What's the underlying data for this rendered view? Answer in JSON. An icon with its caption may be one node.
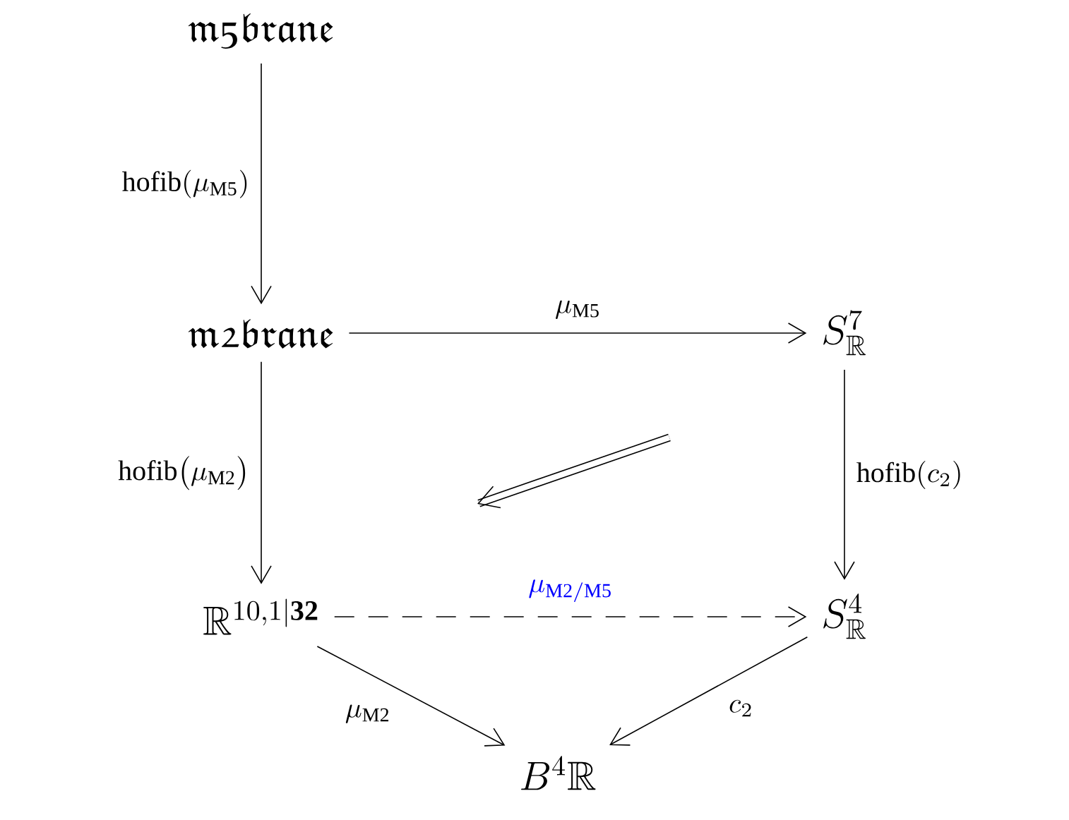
{
  "diagram": {
    "nodes": [
      {
        "text": [
          "\\mathfrak{m5brane}"
        ]
      },
      {
        "text": [
          "\\mathfrak{m2brane}"
        ]
      },
      {
        "text": [
          "S^7_{\\mathbb{R}}"
        ]
      },
      {
        "text": [
          "\\mathbb{R}^{10,1\\vert \\mathbf{32}}"
        ]
      },
      {
        "text": [
          "S^4_{\\mathbb{R}}"
        ]
      },
      {
        "text": [
          "B^4\\mathbb{R}"
        ]
      }
    ],
    "edges": [
      {
        "from": 0,
        "to": 1,
        "arrow": "to",
        "label": "\\mathrm{hofib}(\\mu_{\\mathrm{M5}})"
      },
      {
        "from": 1,
        "to": 2,
        "arrow": "to",
        "label": "\\mu_{\\mathrm{M5}}"
      },
      {
        "from": 1,
        "to": 3,
        "arrow": "to",
        "label": "\\mathrm{hofib}\\big(\\mu_{\\mathrm{M2}}\\big)"
      },
      {
        "from": 2,
        "to": 4,
        "arrow": "to",
        "label": "\\mathrm{hofib}(c_2)"
      },
      {
        "from": 3,
        "to": 4,
        "arrow": "to",
        "style": "dashed",
        "label": "\\mu_{\\mathrm{M2/M5}}"
      },
      {
        "from": 3,
        "to": 5,
        "arrow": "to",
        "label": "\\mu_{\\mathrm{M2}}"
      },
      {
        "from": 4,
        "to": 5,
        "arrow": "to",
        "label": "c_2"
      }
    ]
  }
}
